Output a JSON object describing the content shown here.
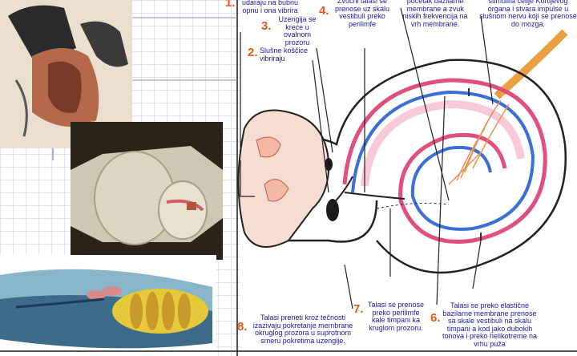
{
  "labels": {
    "l1": {
      "num": "1.",
      "text": "udaraju na bubnu opnu i ona vibrira"
    },
    "l2": {
      "num": "2.",
      "text": "Slušne koščice vibriraju"
    },
    "l3": {
      "num": "3.",
      "text": "Uzengija se kreće u ovalnom prozoru"
    },
    "l4": {
      "num": "4.",
      "text": "Zvučni talasi se prenose uz skalu vestibuli preko perilimfe"
    },
    "l5": {
      "text": "početak bazilarne membrane a zvuk niskih frekvencija na vrh membrane."
    },
    "l6": {
      "num": "6.",
      "text": "Talasi se preko elastične bazilarne membrane prenose sa skale vestibuli na skalu timpani a kod jako dubokih tonova i preko helikotreme na vrhu puža"
    },
    "l7": {
      "num": "7.",
      "text": "Talasi se prenose preko perilimfe kale timpani ka kruglom prozoru."
    },
    "l8": {
      "num": "8.",
      "text": "Talasi preneti kroz tečnosti izazivaju pokretanje membrane okruglog prozora u suprotnom smeru pokretima uzengije."
    },
    "l9": {
      "text": "stimulira ćelije Kortijevog organa i stvara impulse u slušnom nervu koji se prenose do mozga."
    }
  },
  "colors": {
    "label_text": "#1a1aa0",
    "step_number": "#e8561b",
    "scala_vestibuli": "#e0507a",
    "scala_tympani": "#3a6fd8",
    "nerve": "#e8a040"
  }
}
